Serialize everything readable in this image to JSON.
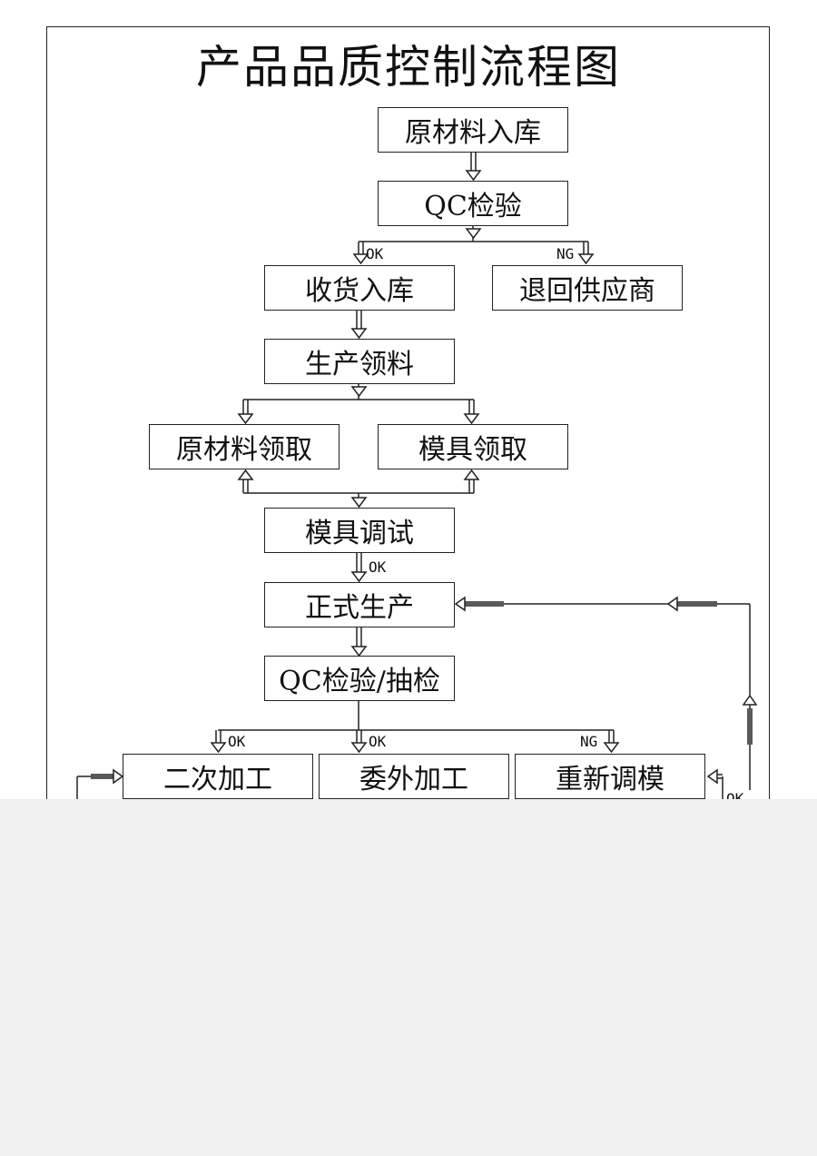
{
  "title": "产品品质控制流程图",
  "nodes": {
    "raw_in": "原材料入库",
    "qc1": "QC检验",
    "receive": "收货入库",
    "return_supplier": "退回供应商",
    "prod_pick": "生产领料",
    "raw_pick": "原材料领取",
    "mold_pick": "模具领取",
    "mold_test": "模具调试",
    "formal_prod": "正式生产",
    "qc2": "QC检验/抽检",
    "secondary": "二次加工",
    "outsource": "委外加工",
    "remold": "重新调模"
  },
  "labels": {
    "ok": "OK",
    "ng": "NG"
  }
}
